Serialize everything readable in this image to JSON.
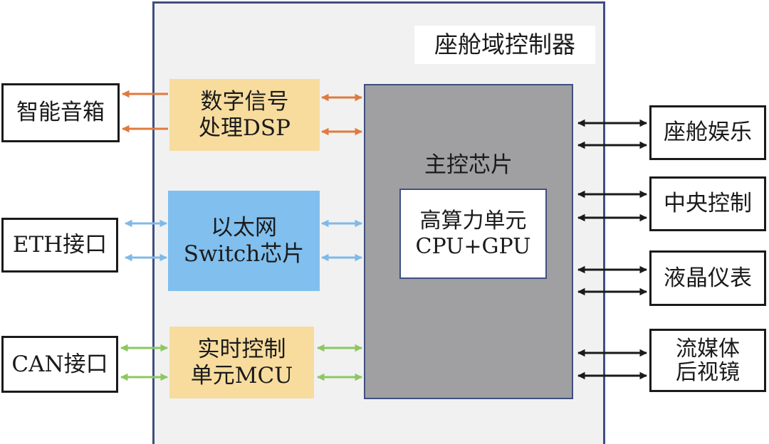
{
  "diagram": {
    "domain_controller": {
      "title": "座舱域控制器"
    },
    "modules": {
      "dsp": {
        "line1": "数字信号",
        "line2": "处理DSP"
      },
      "ethernet_switch": {
        "line1": "以太网",
        "line2": "Switch芯片"
      },
      "mcu": {
        "line1": "实时控制",
        "line2": "单元MCU"
      }
    },
    "main_chip": {
      "label": "主控芯片",
      "compute_unit": {
        "line1": "高算力单元",
        "line2": "CPU+GPU"
      }
    },
    "external_left": {
      "smart_speaker": "智能音箱",
      "eth_port": "ETH接口",
      "can_port": "CAN接口"
    },
    "external_right": {
      "cockpit_entertainment": "座舱娱乐",
      "central_control": "中央控制",
      "lcd_cluster": "液晶仪表",
      "streaming_mirror": {
        "line1": "流媒体",
        "line2": "后视镜"
      }
    },
    "colors": {
      "dsp_and_mcu_fill": "#f7dc9e",
      "ethernet_fill": "#80bfee",
      "main_chip_fill": "#a0a0a3",
      "domain_fill": "#f1f1f1",
      "border": "#3f4f7f",
      "dsp_link": "#e07a3e",
      "ethernet_link": "#7fb9e8",
      "can_link": "#8dc760",
      "right_link": "#1a1a1a"
    }
  }
}
